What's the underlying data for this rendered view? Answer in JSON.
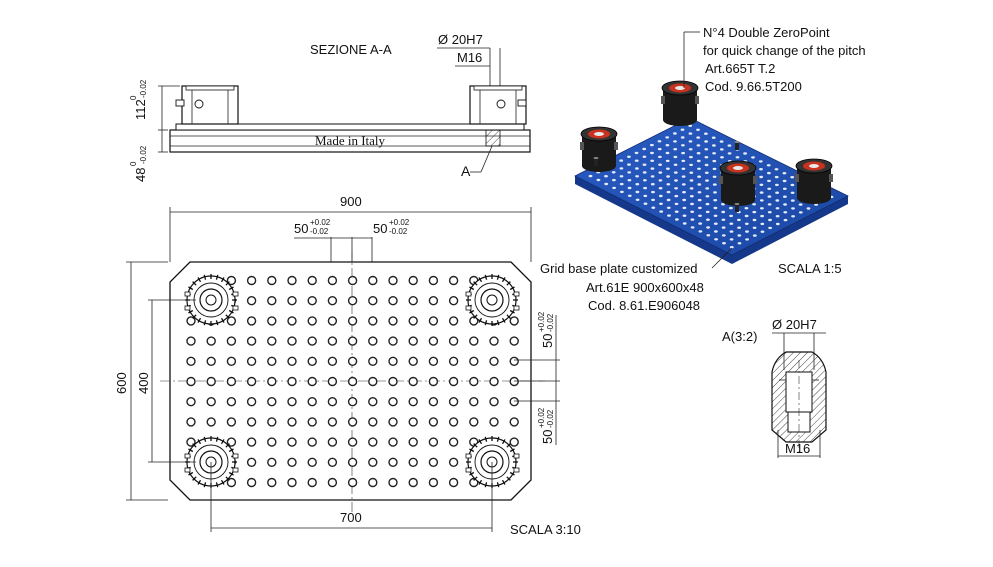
{
  "section": {
    "title": "SEZIONE  A-A",
    "hole_dia": "Ø 20H7",
    "thread": "M16",
    "made_in": "Made in Italy",
    "detail_marker": "A"
  },
  "dims": {
    "height_112": "112",
    "tol_112_up": "0",
    "tol_112_down": "-0.02",
    "height_48": "48",
    "tol_48_up": "0",
    "tol_48_down": "-0.02",
    "width_900": "900",
    "width_700": "700",
    "height_600": "600",
    "height_400": "400",
    "pitch_50a": "50",
    "pitch_50b": "50",
    "pitch_50c": "50",
    "pitch_50d": "50",
    "tol_pitch_up": "+0.02",
    "tol_pitch_down": "-0.02"
  },
  "plan_view": {
    "scale": "SCALA  3:10"
  },
  "iso_view": {
    "zeropoint_line1": "N°4 Double ZeroPoint",
    "zeropoint_line2": "for quick change of the pitch",
    "zeropoint_art": "Art.665T T.2",
    "zeropoint_cod": "Cod. 9.66.5T200",
    "plate_line1": "Grid base plate customized",
    "plate_art": "Art.61E 900x600x48",
    "plate_cod": "Cod. 8.61.E906048",
    "scale": "SCALA  1:5"
  },
  "detail": {
    "title": "A(3:2)",
    "hole_dia": "Ø 20H7",
    "thread": "M16"
  },
  "colors": {
    "plate_blue": "#1f4fb0",
    "plate_edge": "#16388a",
    "zeropoint_body": "#1a1a1a",
    "zeropoint_red": "#c8321e"
  }
}
